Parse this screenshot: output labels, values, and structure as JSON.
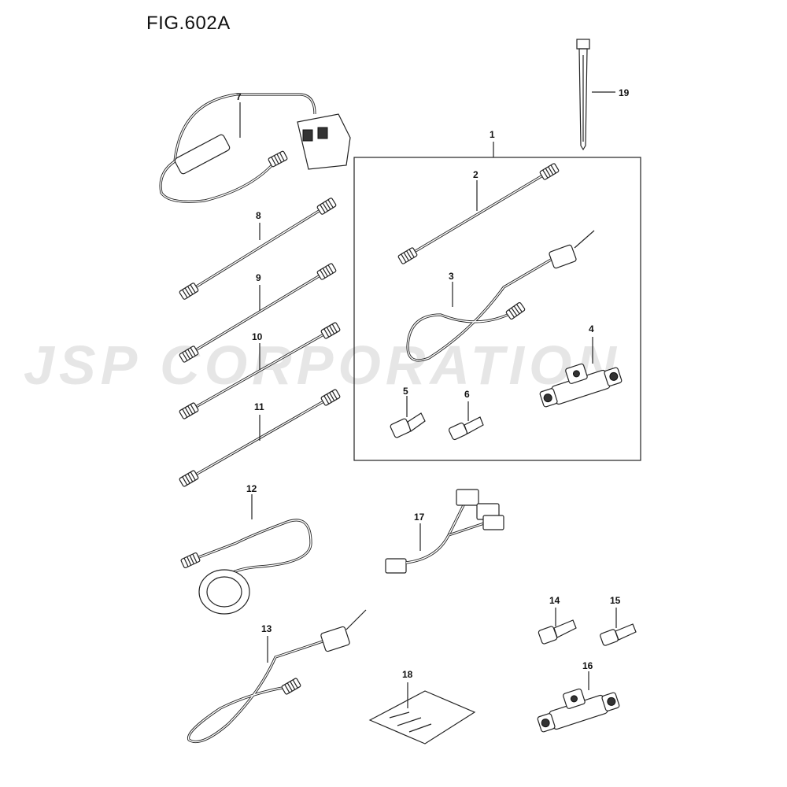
{
  "figure": {
    "title": "FIG.602A"
  },
  "watermark": {
    "text": "JSP CORPORATION"
  },
  "callouts": [
    "1",
    "2",
    "3",
    "4",
    "5",
    "6",
    "7",
    "8",
    "9",
    "10",
    "11",
    "12",
    "13",
    "14",
    "15",
    "16",
    "17",
    "18",
    "19"
  ]
}
